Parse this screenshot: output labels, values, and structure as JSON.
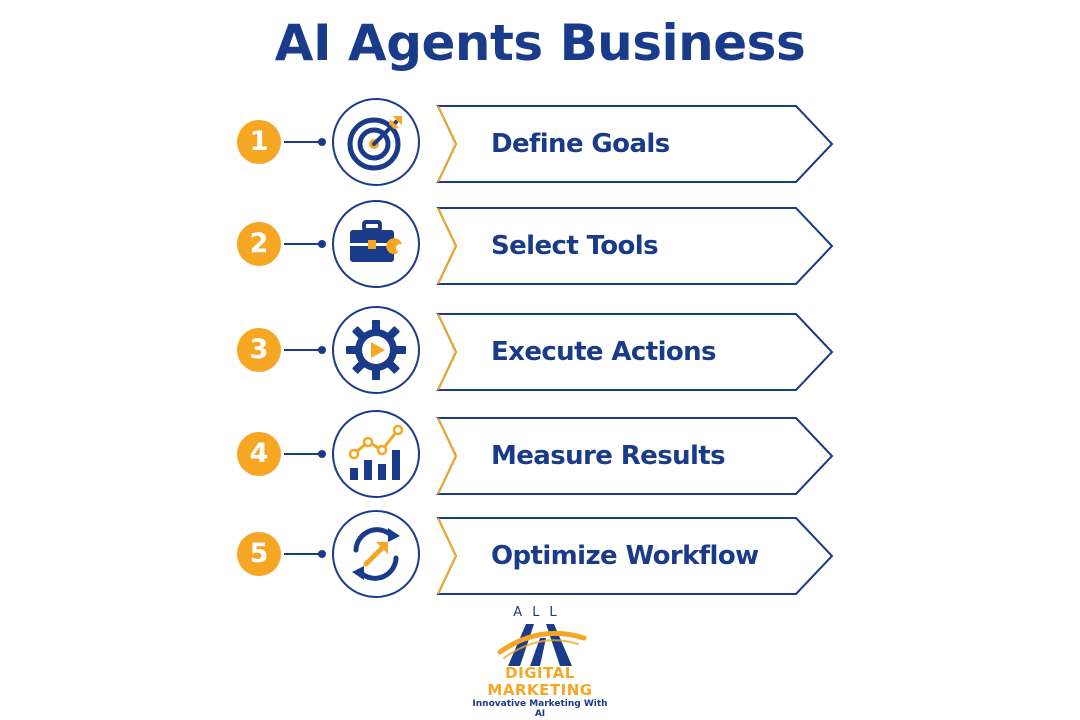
{
  "title": "AI Agents Business",
  "colors": {
    "navy": "#1a3a8a",
    "orange": "#f5a623",
    "background": "#ffffff"
  },
  "steps": [
    {
      "number": "1",
      "label": "Define Goals",
      "icon": "target-icon"
    },
    {
      "number": "2",
      "label": "Select Tools",
      "icon": "toolbox-wrench-icon"
    },
    {
      "number": "3",
      "label": "Execute Actions",
      "icon": "gear-play-icon"
    },
    {
      "number": "4",
      "label": "Measure Results",
      "icon": "bar-chart-trend-icon"
    },
    {
      "number": "5",
      "label": "Optimize Workflow",
      "icon": "cycle-arrow-icon"
    }
  ],
  "logo": {
    "top_text": "ALL",
    "line1": "DIGITAL",
    "line2": "MARKETING",
    "tagline": "Innovative Marketing With AI"
  }
}
